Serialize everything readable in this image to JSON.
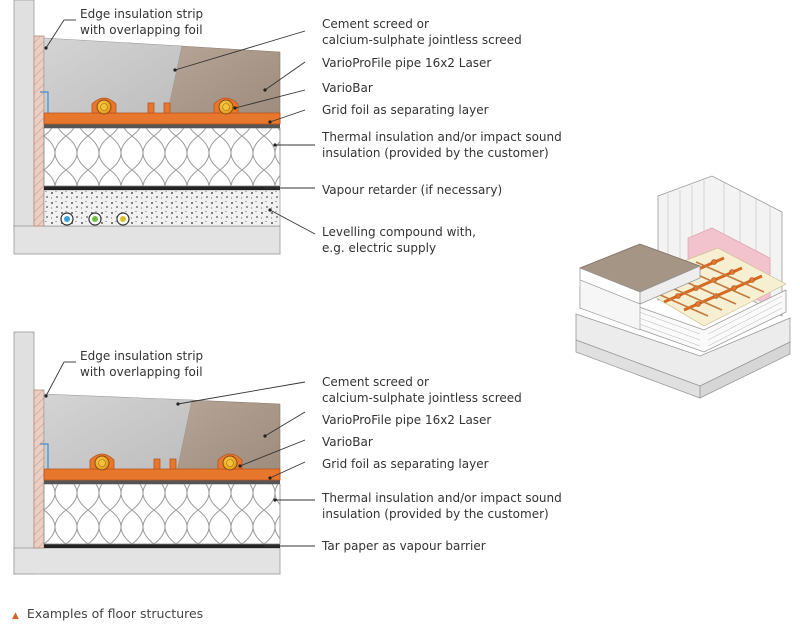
{
  "colors": {
    "wall": "#e0e0e0",
    "edge_strip": "#e9c9bb",
    "pipe_orange": "#e8772e",
    "screed_grey": "#c7c7c7",
    "screed_brown": "#a89888",
    "accent": "#d9622b",
    "text": "#333333"
  },
  "diagram_top": {
    "labels": {
      "edge_strip": "Edge insulation strip\nwith overlapping foil",
      "screed": "Cement screed or\ncalcium-sulphate jointless screed",
      "pipe": "VarioProFile pipe 16x2 Laser",
      "bar": "VarioBar",
      "foil": "Grid foil as separating layer",
      "insulation": "Thermal insulation and/or impact sound\ninsulation (provided by the customer)",
      "vapour": "Vapour retarder (if necessary)",
      "levelling": "Levelling compound with,\ne.g. electric supply"
    }
  },
  "diagram_bottom": {
    "labels": {
      "edge_strip": "Edge insulation strip\nwith overlapping foil",
      "screed": "Cement screed or\ncalcium-sulphate jointless screed",
      "pipe": "VarioProFile pipe 16x2 Laser",
      "bar": "VarioBar",
      "foil": "Grid foil as separating layer",
      "insulation": "Thermal insulation and/or impact sound\ninsulation (provided by the customer)",
      "vapour": "Tar paper as vapour barrier"
    }
  },
  "caption": {
    "marker_icon": "triangle-up-icon",
    "text": "Examples of floor structures"
  }
}
